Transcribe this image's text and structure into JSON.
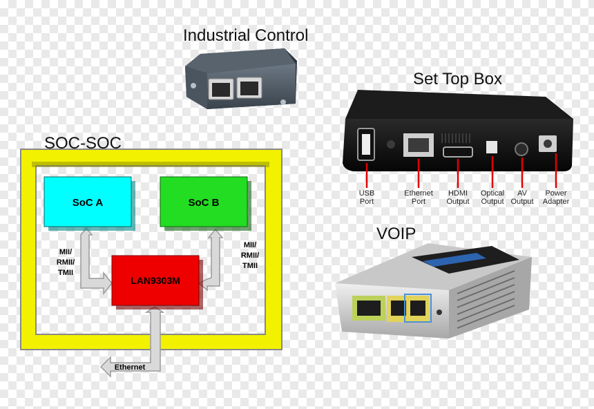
{
  "titles": {
    "industrial": "Industrial Control",
    "settop": "Set Top Box",
    "soc": "SOC-SOC",
    "voip": "VOIP"
  },
  "soc_diagram": {
    "soc_a": "SoC A",
    "soc_b": "SoC B",
    "switch": "LAN9303M",
    "left_bus": [
      "MII/",
      "RMII/",
      "TMII"
    ],
    "right_bus": [
      "MII/",
      "RMII/",
      "TMII"
    ],
    "ethernet": "Ethernet",
    "colors": {
      "frame": "#f2f200",
      "soc_a": "#00ffff",
      "soc_b": "#22dd22",
      "switch": "#ee0000",
      "arrow": "#d9d9d9"
    }
  },
  "settop_ports": [
    {
      "line1": "USB",
      "line2": "Port"
    },
    {
      "line1": "Ethernet",
      "line2": "Port"
    },
    {
      "line1": "HDMI",
      "line2": "Output"
    },
    {
      "line1": "Optical",
      "line2": "Output"
    },
    {
      "line1": "AV",
      "line2": "Output"
    },
    {
      "line1": "Power",
      "line2": "Adapter"
    }
  ]
}
